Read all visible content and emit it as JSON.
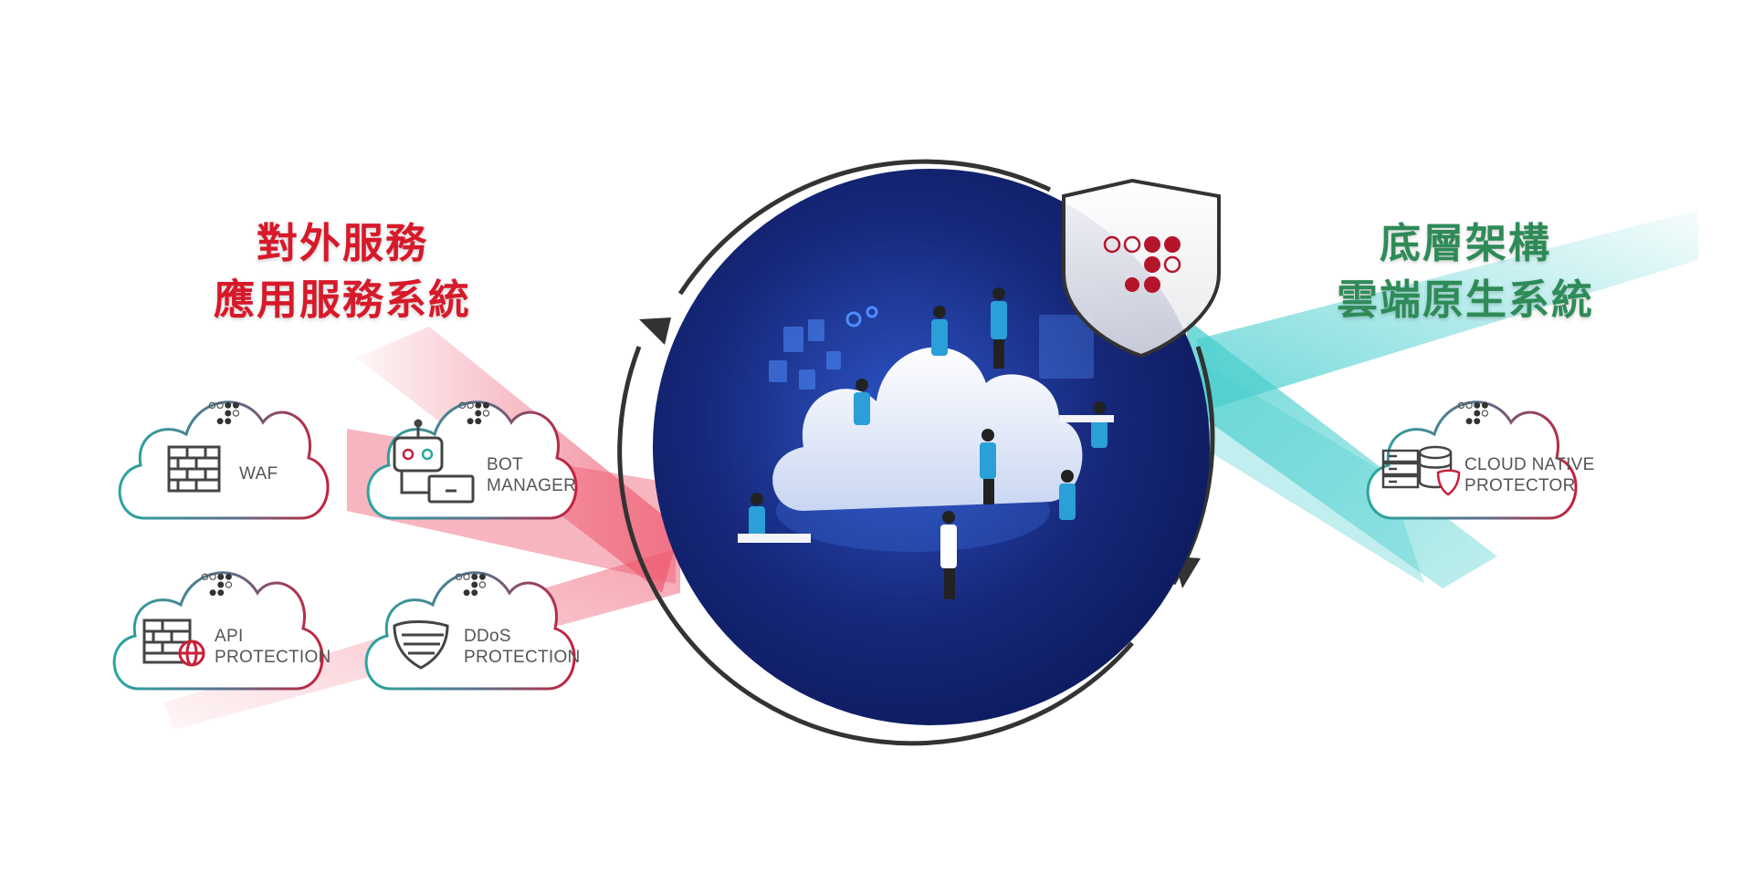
{
  "headings": {
    "left": {
      "line1": "對外服務",
      "line2": "應用服務系統",
      "color": "#d7192a"
    },
    "right": {
      "line1": "底層架構",
      "line2": "雲端原生系統",
      "color": "#2e8b57"
    }
  },
  "left_products": [
    {
      "id": "waf",
      "icon": "brick-wall-icon",
      "lines": [
        "WAF"
      ]
    },
    {
      "id": "bot-manager",
      "icon": "robot-laptop-icon",
      "lines": [
        "BOT",
        "MANAGER"
      ]
    },
    {
      "id": "api-protection",
      "icon": "wall-globe-icon",
      "lines": [
        "API",
        "PROTECTION"
      ]
    },
    {
      "id": "ddos-protection",
      "icon": "shield-stripes-icon",
      "lines": [
        "DDoS",
        "PROTECTION"
      ]
    }
  ],
  "right_products": [
    {
      "id": "cloud-native-protector",
      "icon": "server-database-shield-icon",
      "lines": [
        "CLOUD NATIVE",
        "PROTECTOR"
      ]
    }
  ],
  "colors": {
    "circle_dark": "#0d1a5e",
    "circle_light": "#2d55c8",
    "brand_red": "#b5152b",
    "card_gradient_teal": "#2aa6a0",
    "card_gradient_red": "#c7203a",
    "beam_red": "#ee5a70",
    "beam_teal": "#4ccfcf",
    "ring": "#333333"
  }
}
